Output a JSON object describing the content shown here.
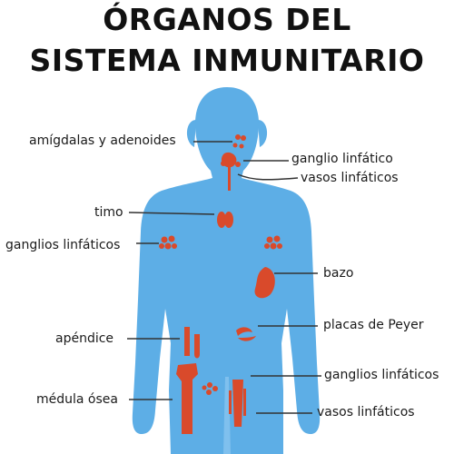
{
  "title_line1": "ÓRGANOS DEL",
  "title_line2": "SISTEMA INMUNITARIO",
  "colors": {
    "body": "#5daee6",
    "body_shade": "#7fc0ee",
    "organ": "#d94a2b",
    "line": "#333333"
  },
  "labels": {
    "amigdalas": "amígdalas y adenoides",
    "ganglio_linfatico": "ganglio linfático",
    "vasos_linfaticos_neck": "vasos linfáticos",
    "timo": "timo",
    "ganglios_axila": "ganglios linfáticos",
    "bazo": "bazo",
    "apendice": "apéndice",
    "placas_peyer": "placas de Peyer",
    "ganglios_ingle": "ganglios linfáticos",
    "medula_osea": "médula ósea",
    "vasos_linfaticos_leg": "vasos linfáticos"
  }
}
